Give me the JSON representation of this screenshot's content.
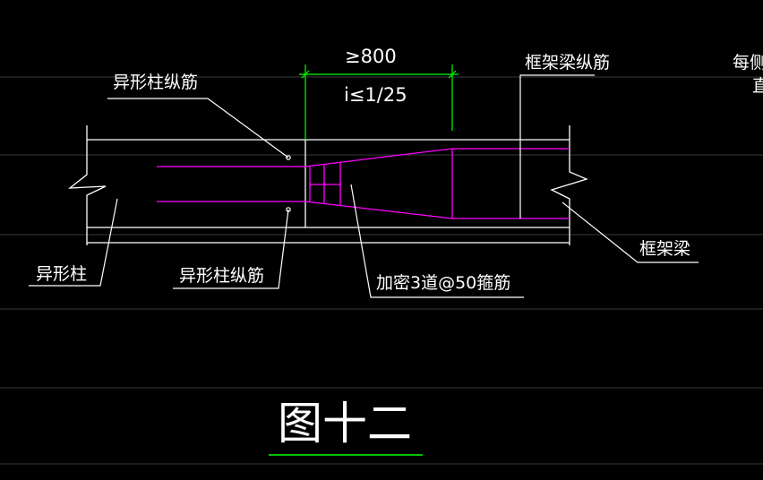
{
  "labels": {
    "column_rebar_top": "异形柱纵筋",
    "column_rebar_bottom": "异形柱纵筋",
    "column": "异形柱",
    "beam_rebar": "框架梁纵筋",
    "beam": "框架梁",
    "each_side": "每侧",
    "each_side_line2": "直",
    "stirrups": "加密3道@50箍筋"
  },
  "dimensions": {
    "length": "≥800",
    "slope": "i≤1/25"
  },
  "figure": {
    "title": "图十二"
  },
  "colors": {
    "background": "#000000",
    "outline": "#ffffff",
    "rebar": "#ff00ff",
    "dimension": "#00ff00",
    "guide": "#404040"
  }
}
